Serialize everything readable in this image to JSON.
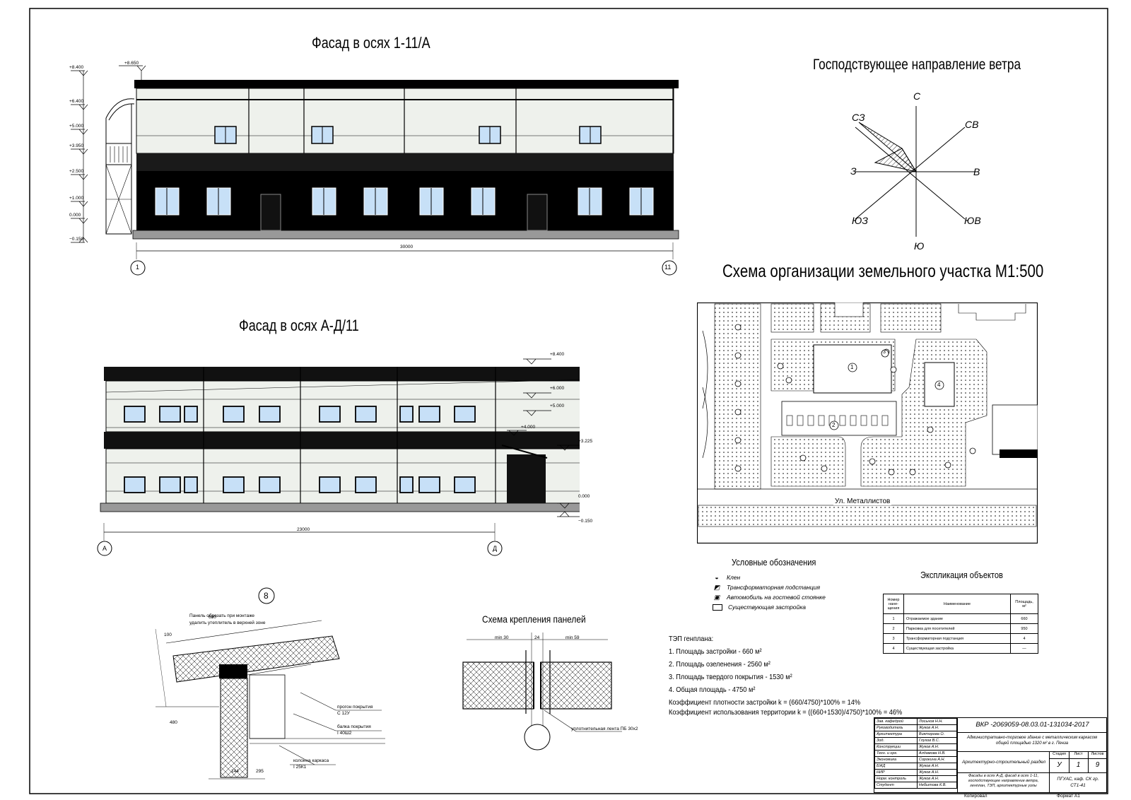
{
  "titles": {
    "facade1": "Фасад в осях 1-11/А",
    "facade2": "Фасад в осях А-Д/11",
    "wind": "Господствующее направление ветра",
    "site": "Схема организации земельного участка М1:500",
    "legend": "Условные обозначения",
    "explication": "Экспликация объектов",
    "panels": "Схема крепления панелей",
    "node_number": "8"
  },
  "facade1": {
    "levels": [
      "+8.400",
      "+6.400",
      "+5.000",
      "+3.950",
      "+2.500",
      "+1.000",
      "0.000",
      "−0.150"
    ],
    "top_level": "+8.650",
    "dimension": "30000",
    "axes": [
      "1",
      "11"
    ]
  },
  "facade2": {
    "levels": [
      "+8.400",
      "+6.000",
      "+5.000",
      "+4.000",
      "+3.225",
      "0.000",
      "−0.150"
    ],
    "dimension": "23000",
    "axes": [
      "А",
      "Д"
    ]
  },
  "wind": {
    "directions": [
      "С",
      "СВ",
      "В",
      "ЮВ",
      "Ю",
      "ЮЗ",
      "З",
      "СЗ"
    ]
  },
  "site": {
    "street": "Ул. Металлистов",
    "markers": [
      "1",
      "2",
      "3",
      "4"
    ]
  },
  "legend": {
    "items": [
      {
        "icon": "maple-icon",
        "label": "Клен"
      },
      {
        "icon": "substation-icon",
        "label": "Трансформаторная подстанция"
      },
      {
        "icon": "car-icon",
        "label": "Автомобиль на гостевой стоянке"
      },
      {
        "icon": "existing-building-icon",
        "label": "Существующая застройка"
      }
    ]
  },
  "explication": {
    "headers": [
      "Номер нане-\nщения",
      "Наименование",
      "Площадь, м²"
    ],
    "rows": [
      [
        "1",
        "Отражаемое здание",
        "660"
      ],
      [
        "2",
        "Парковка для посетителей",
        "950"
      ],
      [
        "3",
        "Трансформаторная подстанция",
        "4"
      ],
      [
        "4",
        "Существующая застройка",
        "—"
      ]
    ]
  },
  "tep": {
    "heading": "ТЭП генплана:",
    "lines": [
      "1. Площадь застройки - 660 м²",
      "2. Площадь озеленения - 2560 м²",
      "3. Площадь твердого покрытия - 1530 м²",
      "4. Общая площадь - 4750 м²",
      "Коэффициент плотности застройки k = (660/4750)*100% = 14%",
      "Коэффициент использования территории k = ((660+1530)/4750)*100% = 46%"
    ]
  },
  "node": {
    "labels": [
      "Панель обрезать при монтаже",
      "удалить утеплитель в верхней зоне",
      "прогон покрытия",
      "С 12У",
      "балка покрытия",
      "I 40Ш2",
      "колонна каркаса",
      "I 25К1"
    ],
    "dims": [
      "680",
      "100",
      "480",
      "144",
      "295"
    ]
  },
  "panels": {
    "dims": [
      "min 30",
      "24",
      "min 59"
    ],
    "label": "уплотнительная лента ПБ 30х2"
  },
  "stamp": {
    "code": "ВКР -2069059-08.03.01-131034-2017",
    "project": "Административно-торговое здание с металлическим каркасом общей площадью 1320 м² в г. Пенза",
    "section": "Архитектурно-строительный раздел",
    "sheet_title": "Фасады в осях А-Д, фасад в осях 1-11, господствующее направление ветра, генплан, ТЭП, архитектурные узлы",
    "org": "ПГУАС, каф. СК гр. СТ1-41",
    "stage_label": "Стадия",
    "sheet_label": "Лист",
    "sheets_label": "Листов",
    "stage": "У",
    "sheet": "1",
    "sheets": "9",
    "people": [
      [
        "Зав. кафедрой",
        "Лосьнов Н.Н."
      ],
      [
        "Руководитель",
        "Жуков А.Н."
      ],
      [
        "Архитектура",
        "Викторова О."
      ],
      [
        "Зод.",
        "Глухов В.С."
      ],
      [
        "Конструкции",
        "Жуков А.Н."
      ],
      [
        "Техн. и орг.",
        "Алдамова Н.В."
      ],
      [
        "Экономика",
        "Сорокина А.Н."
      ],
      [
        "БЖД",
        "Жуков А.Н."
      ],
      [
        "НИР",
        "Жуков А.Н."
      ],
      [
        "Норм. контроль",
        "Жуков А.Н."
      ],
      [
        "Студент",
        "Небытова К.В."
      ]
    ],
    "copied": "Копировал",
    "format": "Формат А1"
  }
}
